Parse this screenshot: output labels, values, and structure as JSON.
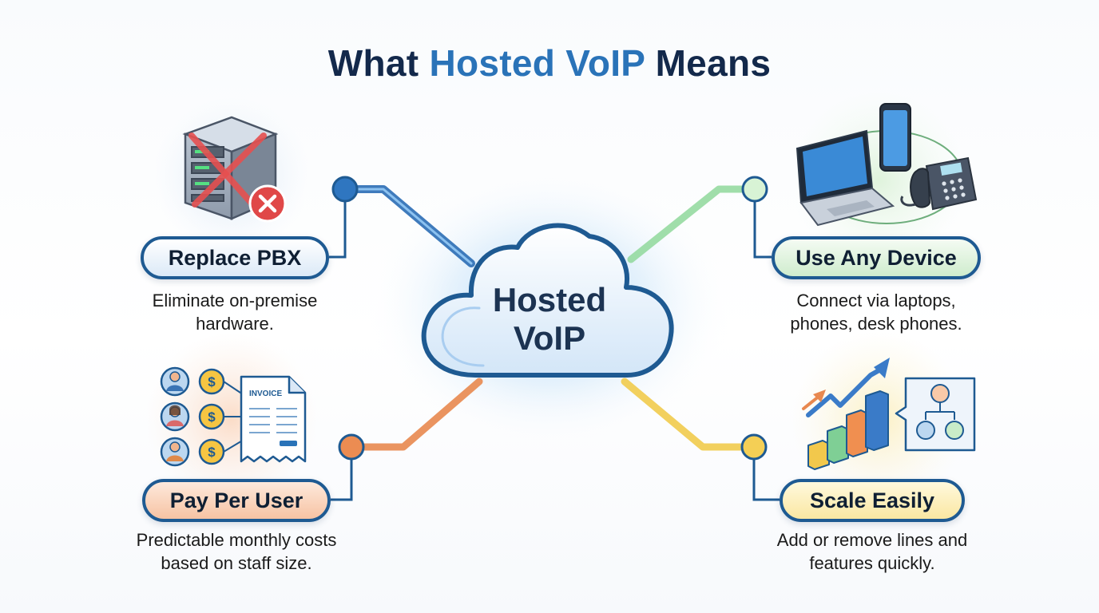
{
  "title": {
    "prefix": "What",
    "accent": "Hosted VoIP",
    "suffix": "Means",
    "color_dark": "#13294b",
    "color_accent": "#2a73b8"
  },
  "center": {
    "line1": "Hosted",
    "line2": "VoIP",
    "icon": "cloud-icon"
  },
  "nodes": [
    {
      "title": "Replace PBX",
      "description_line1": "Eliminate on-premise",
      "description_line2": "hardware.",
      "color": "#2a6db5",
      "icon": "crossed-out-server-icon"
    },
    {
      "title": "Use Any Device",
      "description_line1": "Connect via laptops,",
      "description_line2": "phones, desk phones.",
      "color": "#8fd89b",
      "icon": "devices-icon"
    },
    {
      "title": "Pay Per User",
      "description_line1": "Predictable monthly costs",
      "description_line2": "based on staff size.",
      "color": "#e8884f",
      "icon": "invoice-per-user-icon",
      "invoice_label": "INVOICE"
    },
    {
      "title": "Scale Easily",
      "description_line1": "Add or remove lines and",
      "description_line2": "features quickly.",
      "color": "#f1cb4d",
      "icon": "growth-chart-icon"
    }
  ]
}
